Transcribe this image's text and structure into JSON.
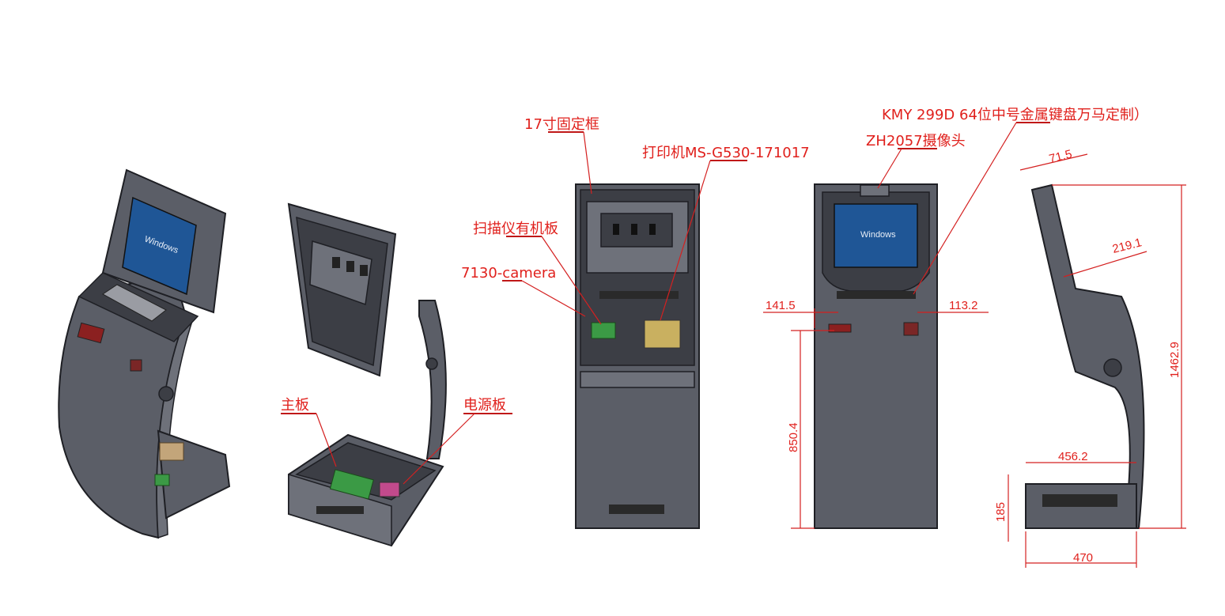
{
  "labels": {
    "fixed_frame": "17寸固定框",
    "printer": "打印机MS-G530-171017",
    "scanner_board": "扫描仪有机板",
    "camera_7130": "7130-camera",
    "camera_zh2057": "ZH2057摄像头",
    "keyboard": "KMY 299D 64位中号金属键盘万马定制）",
    "motherboard": "主板",
    "power_board": "电源板"
  },
  "screen_text": "Windows",
  "dimensions": {
    "left_offset": "141.5",
    "right_offset": "113.2",
    "reader_height": "850.4",
    "top_depth": "71.5",
    "keyboard_depth": "219.1",
    "total_height": "1462.9",
    "base_depth_top": "456.2",
    "base_height": "185",
    "base_depth": "470"
  },
  "colors": {
    "annotation": "#e0201c",
    "body": "#5b5e67",
    "screen": "#1f5696"
  }
}
